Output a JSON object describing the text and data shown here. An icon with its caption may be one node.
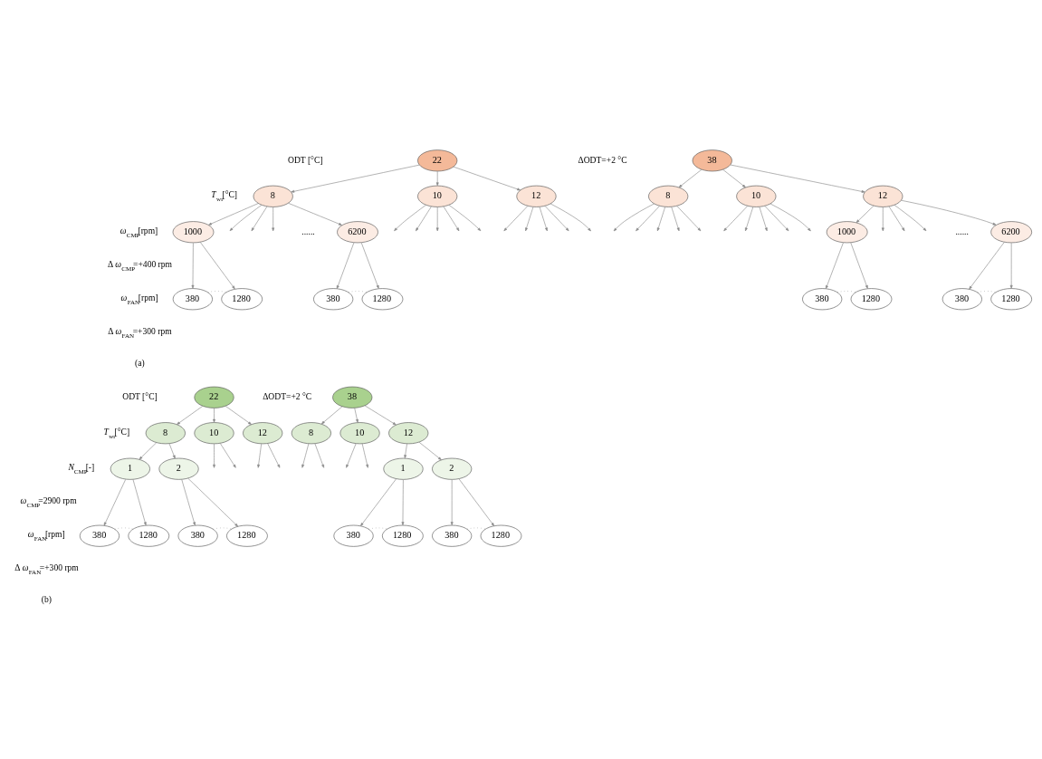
{
  "diagram": {
    "nodes": [
      {
        "text": [
          "22"
        ]
      },
      {
        "text": [
          "38"
        ]
      },
      {
        "text": [
          "8"
        ]
      },
      {
        "text": [
          "10"
        ]
      },
      {
        "text": [
          "12"
        ]
      },
      {
        "text": [
          "8"
        ]
      },
      {
        "text": [
          "10"
        ]
      },
      {
        "text": [
          "12"
        ]
      },
      {
        "text": [
          "1000"
        ]
      },
      {
        "text": [
          "6200"
        ]
      },
      {
        "text": [
          "1000"
        ]
      },
      {
        "text": [
          "6200"
        ]
      },
      {
        "text": [
          "380"
        ]
      },
      {
        "text": [
          "1280"
        ]
      },
      {
        "text": [
          "380"
        ]
      },
      {
        "text": [
          "1280"
        ]
      },
      {
        "text": [
          "380"
        ]
      },
      {
        "text": [
          "1280"
        ]
      },
      {
        "text": [
          "380"
        ]
      },
      {
        "text": [
          "1280"
        ]
      },
      {
        "text": [
          "22"
        ]
      },
      {
        "text": [
          "38"
        ]
      },
      {
        "text": [
          "8"
        ]
      },
      {
        "text": [
          "10"
        ]
      },
      {
        "text": [
          "12"
        ]
      },
      {
        "text": [
          "8"
        ]
      },
      {
        "text": [
          "10"
        ]
      },
      {
        "text": [
          "12"
        ]
      },
      {
        "text": [
          "1"
        ]
      },
      {
        "text": [
          "2"
        ]
      },
      {
        "text": [
          "1"
        ]
      },
      {
        "text": [
          "2"
        ]
      },
      {
        "text": [
          "380"
        ]
      },
      {
        "text": [
          "1280"
        ]
      },
      {
        "text": [
          "380"
        ]
      },
      {
        "text": [
          "1280"
        ]
      },
      {
        "text": [
          "380"
        ]
      },
      {
        "text": [
          "1280"
        ]
      },
      {
        "text": [
          "380"
        ]
      },
      {
        "text": [
          "1280"
        ]
      }
    ],
    "edges": [
      {
        "from": 0,
        "to": 2,
        "arrow": "to"
      },
      {
        "from": 0,
        "to": 3,
        "arrow": "to"
      },
      {
        "from": 0,
        "to": 4,
        "arrow": "to"
      },
      {
        "from": 1,
        "to": 5,
        "arrow": "to"
      },
      {
        "from": 1,
        "to": 6,
        "arrow": "to"
      },
      {
        "from": 1,
        "to": 7,
        "arrow": "to"
      },
      {
        "from": 2,
        "to": 8,
        "arrow": "to"
      },
      {
        "from": 2,
        "to": null,
        "arrow": "to"
      },
      {
        "from": 2,
        "to": null,
        "arrow": "to"
      },
      {
        "from": 2,
        "to": null,
        "arrow": "to"
      },
      {
        "from": 2,
        "to": 9,
        "arrow": "to"
      },
      {
        "from": 3,
        "to": null,
        "arrow": "to"
      },
      {
        "from": 3,
        "to": null,
        "arrow": "to"
      },
      {
        "from": 3,
        "to": null,
        "arrow": "to"
      },
      {
        "from": 3,
        "to": null,
        "arrow": "to"
      },
      {
        "from": 3,
        "to": null,
        "arrow": "to"
      },
      {
        "from": 4,
        "to": null,
        "arrow": "to"
      },
      {
        "from": 4,
        "to": null,
        "arrow": "to"
      },
      {
        "from": 4,
        "to": null,
        "arrow": "to"
      },
      {
        "from": 4,
        "to": null,
        "arrow": "to"
      },
      {
        "from": 4,
        "to": null,
        "arrow": "to"
      },
      {
        "from": 5,
        "to": null,
        "arrow": "to"
      },
      {
        "from": 5,
        "to": null,
        "arrow": "to"
      },
      {
        "from": 5,
        "to": null,
        "arrow": "to"
      },
      {
        "from": 5,
        "to": null,
        "arrow": "to"
      },
      {
        "from": 5,
        "to": null,
        "arrow": "to"
      },
      {
        "from": 6,
        "to": null,
        "arrow": "to"
      },
      {
        "from": 6,
        "to": null,
        "arrow": "to"
      },
      {
        "from": 6,
        "to": null,
        "arrow": "to"
      },
      {
        "from": 6,
        "to": null,
        "arrow": "to"
      },
      {
        "from": 6,
        "to": null,
        "arrow": "to"
      },
      {
        "from": 7,
        "to": 10,
        "arrow": "to"
      },
      {
        "from": 7,
        "to": null,
        "arrow": "to"
      },
      {
        "from": 7,
        "to": null,
        "arrow": "to"
      },
      {
        "from": 7,
        "to": null,
        "arrow": "to"
      },
      {
        "from": 7,
        "to": 11,
        "arrow": "to"
      },
      {
        "from": 8,
        "to": 12,
        "arrow": "to"
      },
      {
        "from": 8,
        "to": 13,
        "arrow": "to"
      },
      {
        "from": 9,
        "to": 14,
        "arrow": "to"
      },
      {
        "from": 9,
        "to": 15,
        "arrow": "to"
      },
      {
        "from": 10,
        "to": 16,
        "arrow": "to"
      },
      {
        "from": 10,
        "to": 17,
        "arrow": "to"
      },
      {
        "from": 11,
        "to": 18,
        "arrow": "to"
      },
      {
        "from": 11,
        "to": 19,
        "arrow": "to"
      },
      {
        "from": 12,
        "to": 13,
        "arrow": "none",
        "style": "dashed"
      },
      {
        "from": 14,
        "to": 15,
        "arrow": "none",
        "style": "dashed"
      },
      {
        "from": 16,
        "to": 17,
        "arrow": "none",
        "style": "dashed"
      },
      {
        "from": 18,
        "to": 19,
        "arrow": "none",
        "style": "dashed"
      },
      {
        "from": 20,
        "to": 22,
        "arrow": "to"
      },
      {
        "from": 20,
        "to": 23,
        "arrow": "to"
      },
      {
        "from": 20,
        "to": 24,
        "arrow": "to"
      },
      {
        "from": 21,
        "to": 25,
        "arrow": "to"
      },
      {
        "from": 21,
        "to": 26,
        "arrow": "to"
      },
      {
        "from": 21,
        "to": 27,
        "arrow": "to"
      },
      {
        "from": 22,
        "to": 28,
        "arrow": "to"
      },
      {
        "from": 22,
        "to": 29,
        "arrow": "to"
      },
      {
        "from": 23,
        "to": null,
        "arrow": "to"
      },
      {
        "from": 23,
        "to": null,
        "arrow": "to"
      },
      {
        "from": 24,
        "to": null,
        "arrow": "to"
      },
      {
        "from": 24,
        "to": null,
        "arrow": "to"
      },
      {
        "from": 25,
        "to": null,
        "arrow": "to"
      },
      {
        "from": 25,
        "to": null,
        "arrow": "to"
      },
      {
        "from": 26,
        "to": null,
        "arrow": "to"
      },
      {
        "from": 26,
        "to": null,
        "arrow": "to"
      },
      {
        "from": 27,
        "to": 30,
        "arrow": "to"
      },
      {
        "from": 27,
        "to": 31,
        "arrow": "to"
      },
      {
        "from": 28,
        "to": 32,
        "arrow": "to"
      },
      {
        "from": 28,
        "to": 33,
        "arrow": "to"
      },
      {
        "from": 29,
        "to": 34,
        "arrow": "to"
      },
      {
        "from": 29,
        "to": 35,
        "arrow": "to"
      },
      {
        "from": 30,
        "to": 36,
        "arrow": "to"
      },
      {
        "from": 30,
        "to": 37,
        "arrow": "to"
      },
      {
        "from": 31,
        "to": 38,
        "arrow": "to"
      },
      {
        "from": 31,
        "to": 39,
        "arrow": "to"
      },
      {
        "from": 32,
        "to": 33,
        "arrow": "none",
        "style": "dashed"
      },
      {
        "from": 34,
        "to": 35,
        "arrow": "none",
        "style": "dashed"
      },
      {
        "from": 36,
        "to": 37,
        "arrow": "none",
        "style": "dashed"
      },
      {
        "from": 38,
        "to": 39,
        "arrow": "none",
        "style": "dashed"
      }
    ],
    "labels": [
      "ODT [°C]",
      "ΔODT=+2 °C",
      "*T*$_{wr}$[°C]",
      "*ω*$_{CMP}$[rpm]",
      "......",
      "......",
      "Δ *ω*$_{CMP}$=+400 rpm",
      "*ω*$_{FAN}$[rpm]",
      "Δ *ω*$_{FAN}$=+300 rpm",
      "(a)",
      "ODT [°C]",
      "ΔODT=+2 °C",
      "*T*$_{wr}$[°C]",
      "*N*$_{CMP}$[-]",
      "*ω*$_{CMP}$=2900 rpm",
      "*ω*$_{FAN}$[rpm]",
      "Δ *ω*$_{FAN}$=+300 rpm",
      "(b)"
    ]
  }
}
